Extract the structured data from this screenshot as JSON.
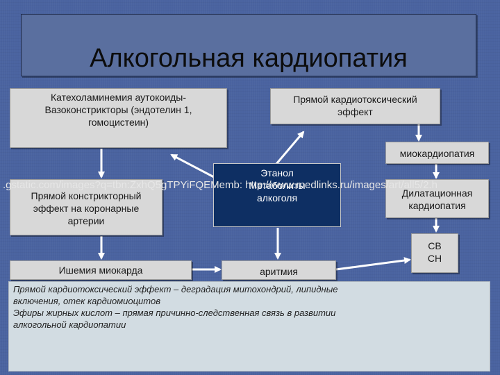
{
  "slide": {
    "title": "Алкогольная кардиопатия"
  },
  "boxes": {
    "catecholamine_lines": [
      "Катехоламинемия аутокоиды-",
      "Вазоконстрикторы (эндотелин 1,",
      "гомоцистеин)"
    ],
    "direct_cardiotoxic_lines": [
      "Прямой кардиотоксический",
      "эффект"
    ],
    "myocardiopathy": "миокардиопатия",
    "vasoconstrictor_lines": [
      "Прямой констрикторный",
      "эффект на коронарные",
      "артерии"
    ],
    "ethanol_lines": [
      "Этанол",
      "Метаболиты",
      "алкоголя"
    ],
    "dilated_lines": [
      "Дилатационная",
      "кардиопатия"
    ],
    "ischemia": "Ишемия миокарда",
    "arrhythmia": "аритмия",
    "cv_sn_lines": [
      "СВ",
      "СН"
    ]
  },
  "overlay_url": ".gstatic.com/images?q=tbn:ZxhQ5gTPYiFQEMemb: http://www.medlinks.ru/images/art/all5/2.h",
  "note_lines": [
    "Прямой кардиотоксический эффект – деградация митохондрий, липидные",
    " включения, отек кардиомиоцитов",
    "Эфиры жирных кислот – прямая причинно-следственная связь в развитии",
    "алкогольной кардиопатии"
  ],
  "colors": {
    "background": "#4a63a0",
    "box_fill": "#d8d8d8",
    "ethanol_fill": "#0e2f63",
    "arrow": "#ffffff",
    "note_fill": "#d2dce2"
  }
}
